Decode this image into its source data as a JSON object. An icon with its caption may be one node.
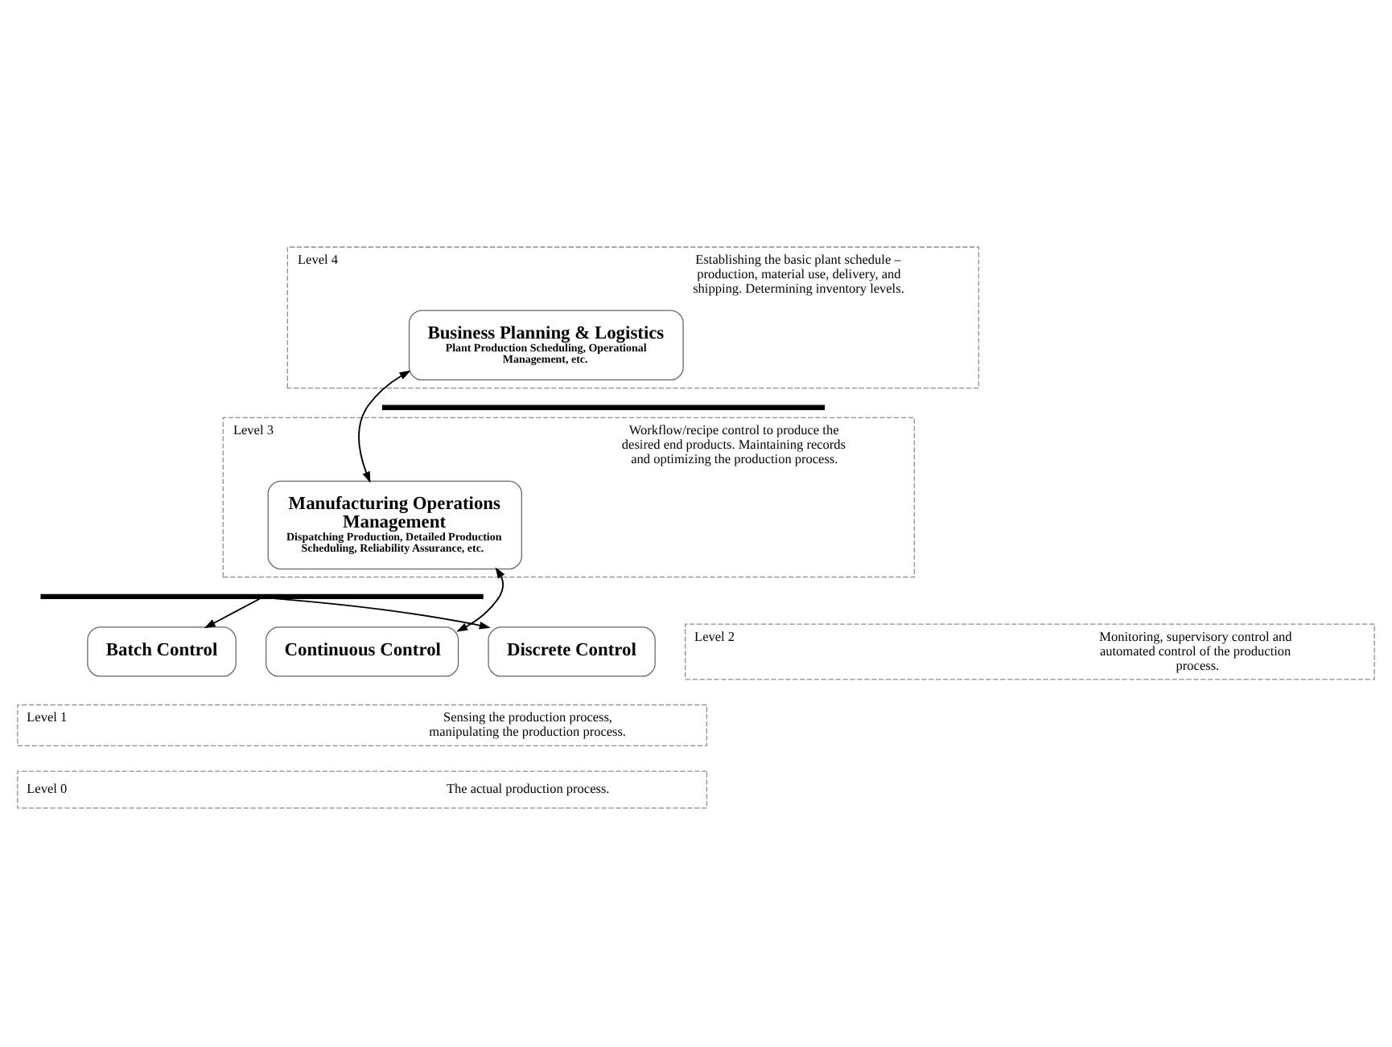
{
  "diagram": {
    "nodes": [
      {
        "text": [
          "Level 4",
          "Establishing the basic plant schedule – production, material use, delivery, and shipping. Determining inventory levels."
        ]
      },
      {
        "text": [
          "Business Planning & Logistics",
          "Plant Production Scheduling, Operational Management, etc."
        ],
        "in": 0
      },
      {
        "text": [],
        "shape": "bar"
      },
      {
        "text": [
          "Level 3",
          "Workflow/recipe control to produce the desired end products. Maintaining records and optimizing the production process."
        ]
      },
      {
        "text": [
          "Manufacturing Operations Management",
          "Dispatching Production, Detailed Production Scheduling, Reliability Assurance, etc."
        ],
        "in": 3
      },
      {
        "text": [],
        "shape": "bar"
      },
      {
        "text": [
          "Level 2",
          "Monitoring, supervisory control and automated control of the production process."
        ]
      },
      {
        "text": [
          "Level 1",
          "Sensing the production process, manipulating the production process."
        ]
      },
      {
        "text": [
          "Level 0",
          "The actual production process."
        ]
      },
      {
        "text": [
          "Batch Control"
        ]
      },
      {
        "text": [
          "Continuous Control"
        ]
      },
      {
        "text": [
          "Discrete Control"
        ]
      }
    ],
    "edges": [
      {
        "from": 1,
        "to": 4,
        "arrow": "both"
      },
      {
        "from": 4,
        "to": 10,
        "arrow": "both"
      },
      {
        "from": 5,
        "to": 9,
        "arrow": "to"
      },
      {
        "from": 5,
        "to": 11,
        "arrow": "to"
      }
    ]
  }
}
